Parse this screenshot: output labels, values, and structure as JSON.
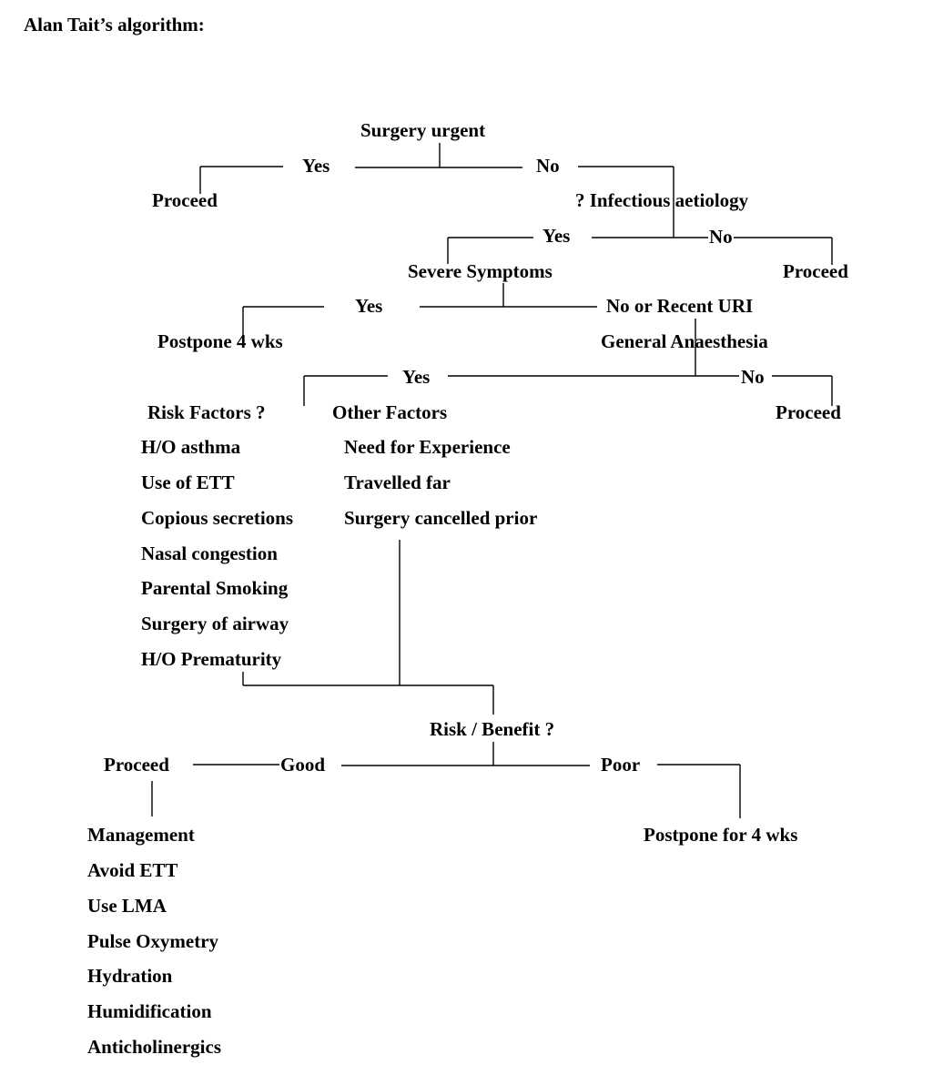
{
  "title": "Alan Tait’s algorithm:",
  "nodes": {
    "surgery_urgent": "Surgery urgent",
    "yes_1": "Yes",
    "no_1": "No",
    "proceed_1": "Proceed",
    "infectious": "? Infectious aetiology",
    "yes_2": "Yes",
    "no_2": "No",
    "severe": "Severe Symptoms",
    "proceed_2": "Proceed",
    "yes_3": "Yes",
    "no_recent": "No or Recent URI",
    "postpone_4": "Postpone 4 wks",
    "general": "General Anaesthesia",
    "yes_4": "Yes",
    "no_4": "No",
    "proceed_3": "Proceed",
    "risk_factors": "Risk Factors ?",
    "other_factors": "Other Factors",
    "risk_benefit": "Risk / Benefit ?",
    "proceed_4": "Proceed",
    "good": "Good",
    "poor": "Poor",
    "postpone_for_4": "Postpone for 4 wks",
    "management": "Management"
  },
  "risk_list": [
    "H/O asthma",
    "Use of ETT",
    "Copious secretions",
    "Nasal congestion",
    "Parental Smoking",
    "Surgery of airway",
    "H/O Prematurity"
  ],
  "other_list": [
    "Need for Experience",
    "Travelled far",
    "Surgery cancelled prior"
  ],
  "management_list": [
    "Avoid ETT",
    "Use LMA",
    "Pulse Oxymetry",
    "Hydration",
    "Humidification",
    "Anticholinergics"
  ]
}
